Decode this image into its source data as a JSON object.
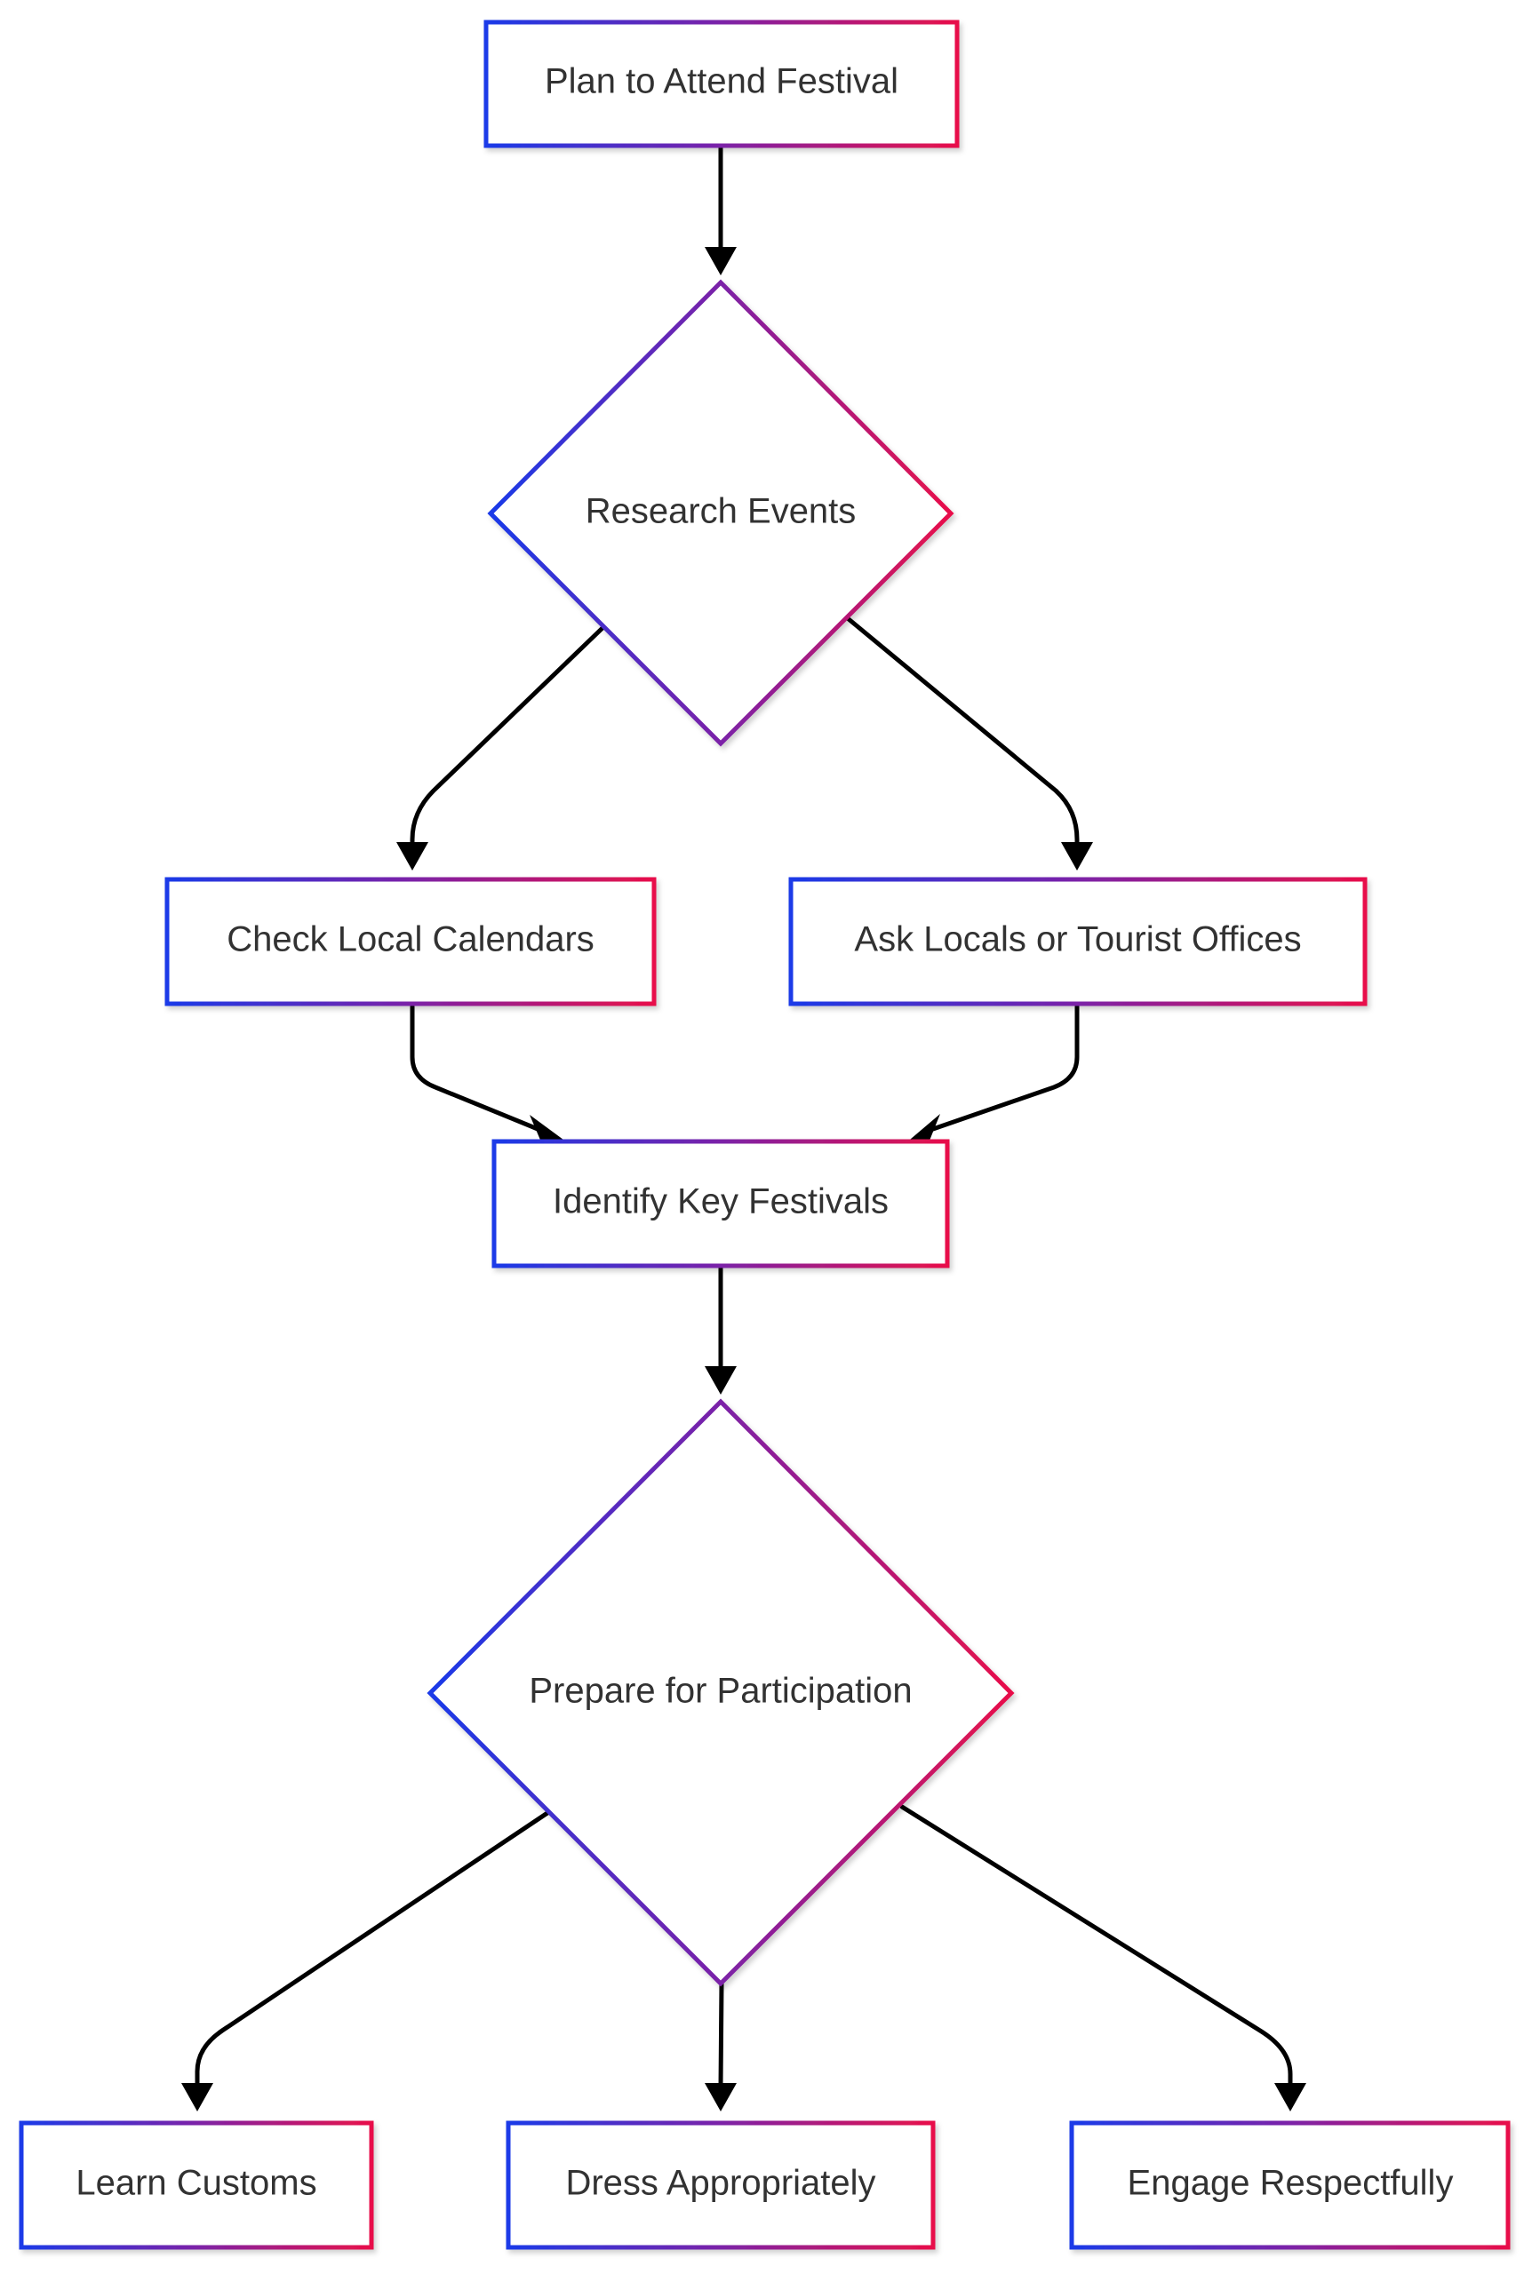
{
  "colors": {
    "gradient_start": "#1a3ae8",
    "gradient_mid": "#7b22a8",
    "gradient_end": "#e8104a",
    "edge": "#000000",
    "text": "#333333",
    "background": "#ffffff"
  },
  "nodes": {
    "plan": {
      "label": "Plan to Attend Festival",
      "shape": "rect"
    },
    "research": {
      "label": "Research Events",
      "shape": "diamond"
    },
    "calendars": {
      "label": "Check Local Calendars",
      "shape": "rect"
    },
    "ask": {
      "label": "Ask Locals or Tourist Offices",
      "shape": "rect"
    },
    "identify": {
      "label": "Identify Key Festivals",
      "shape": "rect"
    },
    "prepare": {
      "label": "Prepare for Participation",
      "shape": "diamond"
    },
    "customs": {
      "label": "Learn Customs",
      "shape": "rect"
    },
    "dress": {
      "label": "Dress Appropriately",
      "shape": "rect"
    },
    "engage": {
      "label": "Engage Respectfully",
      "shape": "rect"
    }
  },
  "edges": [
    {
      "from": "plan",
      "to": "research"
    },
    {
      "from": "research",
      "to": "calendars"
    },
    {
      "from": "research",
      "to": "ask"
    },
    {
      "from": "calendars",
      "to": "identify"
    },
    {
      "from": "ask",
      "to": "identify"
    },
    {
      "from": "identify",
      "to": "prepare"
    },
    {
      "from": "prepare",
      "to": "customs"
    },
    {
      "from": "prepare",
      "to": "dress"
    },
    {
      "from": "prepare",
      "to": "engage"
    }
  ]
}
